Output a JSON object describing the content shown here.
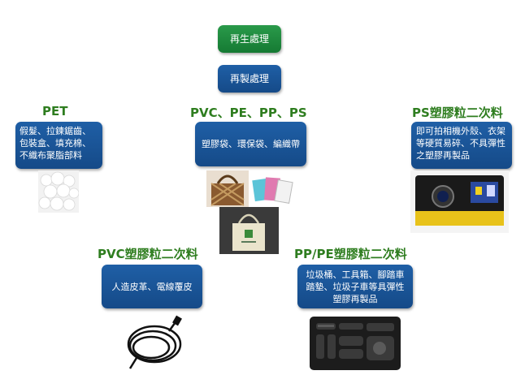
{
  "process": {
    "step1": "再生處理",
    "step2": "再製處理"
  },
  "columns": {
    "pet": {
      "title": "PET",
      "desc": "假髮、拉鍊鋸齒、包裝盒、填充棉、不織布聚脂部料",
      "image": "polyester-fiber-fill"
    },
    "mixed": {
      "title": "PVC、PE、PP、PS",
      "desc": "塑膠袋、環保袋、編織帶",
      "images": [
        "woven-bag",
        "plastic-bags",
        "eco-tote-bag"
      ]
    },
    "ps": {
      "title": "PS塑膠粒二次料",
      "desc": "即可拍相機外殼、衣架等硬質易碎、不具彈性之塑膠再製品",
      "image": "disposable-camera"
    },
    "pvc": {
      "title": "PVC塑膠粒二次料",
      "desc": "人造皮革、電線覆皮",
      "image": "electric-cable"
    },
    "pp_pe": {
      "title": "PP/PE塑膠粒二次料",
      "desc": "垃圾桶、工具箱、腳踏車踏墊、垃圾子車等具彈性塑膠再製品",
      "image": "tool-case"
    }
  },
  "colors": {
    "green_box": "#1e8a3e",
    "blue_box": "#1a559b",
    "title_green": "#2e7d1f"
  }
}
